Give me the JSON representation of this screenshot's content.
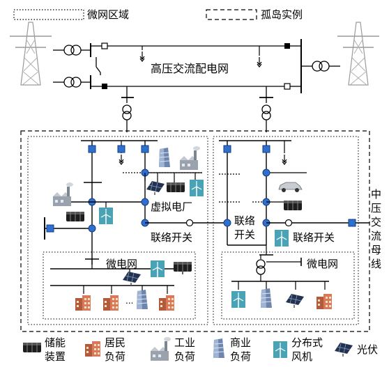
{
  "legend_top": {
    "dotted_label": "微网区域",
    "dashed_label": "孤岛实例"
  },
  "grid": {
    "hv_label": "高压交流配电网"
  },
  "regions": {
    "vpp_label": "虚拟电厂",
    "tie_switch_left": "联络开关",
    "tie_switch_mid_1": "联络",
    "tie_switch_mid_2": "开关",
    "tie_switch_right": "联络开关",
    "microgrid_left": "微电网",
    "microgrid_right": "微电网",
    "mv_bus": [
      "中",
      "压",
      "交",
      "流",
      "母",
      "线"
    ],
    "ellipsis": "..."
  },
  "legend_bottom": [
    {
      "icon": "battery-storage-icon",
      "line1": "储能",
      "line2": "装置"
    },
    {
      "icon": "residential-load-icon",
      "line1": "居民",
      "line2": "负荷"
    },
    {
      "icon": "industrial-load-icon",
      "line1": "工业",
      "line2": "负荷"
    },
    {
      "icon": "commercial-load-icon",
      "line1": "商业",
      "line2": "负荷"
    },
    {
      "icon": "wind-turbine-icon",
      "line1": "分布式",
      "line2": "风机"
    },
    {
      "icon": "solar-panel-icon",
      "line1": "光伏",
      "line2": ""
    }
  ],
  "colors": {
    "node": "#2f6fd0",
    "line": "#000000",
    "battery": "#222222",
    "building": "#7b8fb0",
    "wind_tile": "#4aa3b5"
  }
}
